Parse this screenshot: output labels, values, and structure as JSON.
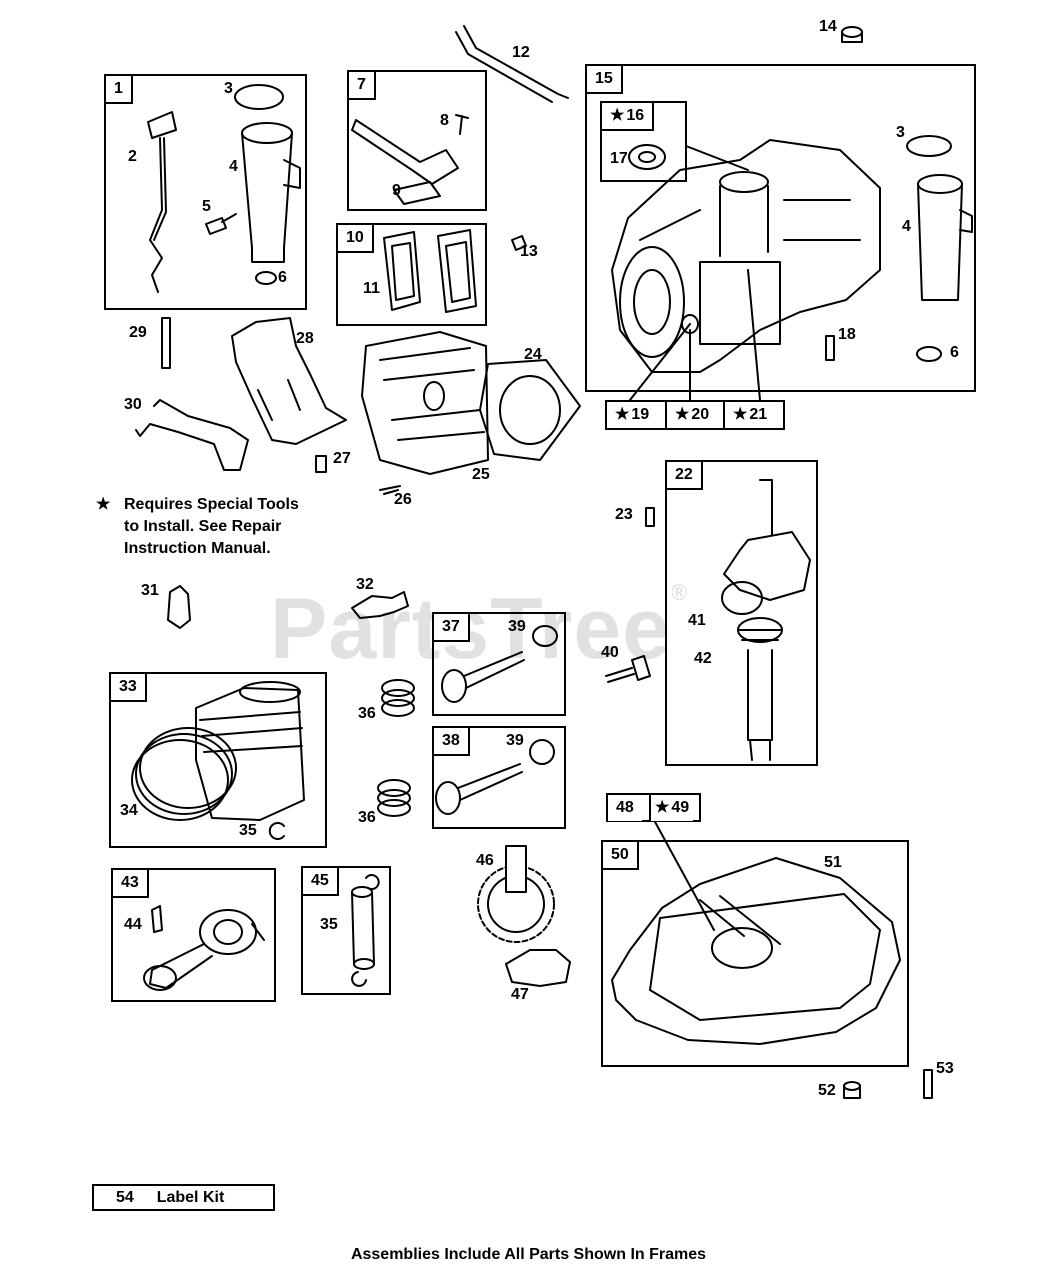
{
  "watermark": "PartsTree",
  "notice_lines": [
    "Requires Special Tools",
    "to Install. See Repair",
    "Instruction Manual."
  ],
  "label_kit": {
    "number": "54",
    "text": "Label Kit"
  },
  "footer": "Assemblies Include All Parts Shown In Frames",
  "frames": {
    "f1": "1",
    "f7": "7",
    "f10": "10",
    "f15": "15",
    "f16": "16",
    "f19": "19",
    "f20": "20",
    "f21": "21",
    "f22": "22",
    "f33": "33",
    "f37": "37",
    "f38": "38",
    "f43": "43",
    "f45": "45",
    "f48": "48",
    "f49": "49",
    "f50": "50"
  },
  "callouts": {
    "n2": "2",
    "n3": "3",
    "n3b": "3",
    "n4": "4",
    "n4b": "4",
    "n5": "5",
    "n6": "6",
    "n6b": "6",
    "n8": "8",
    "n9": "9",
    "n11": "11",
    "n12": "12",
    "n13": "13",
    "n14": "14",
    "n17": "17",
    "n18": "18",
    "n23": "23",
    "n24": "24",
    "n25": "25",
    "n26": "26",
    "n27": "27",
    "n28": "28",
    "n29": "29",
    "n30": "30",
    "n31": "31",
    "n32": "32",
    "n34": "34",
    "n35": "35",
    "n35b": "35",
    "n36": "36",
    "n36b": "36",
    "n39": "39",
    "n39b": "39",
    "n40": "40",
    "n41": "41",
    "n42": "42",
    "n44": "44",
    "n46": "46",
    "n47": "47",
    "n51": "51",
    "n52": "52",
    "n53": "53"
  }
}
